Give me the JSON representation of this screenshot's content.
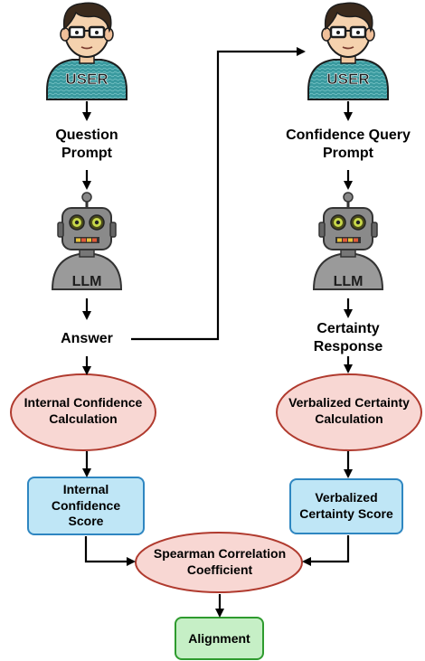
{
  "left": {
    "user_label": "USER",
    "prompt": "Question Prompt",
    "llm_label": "LLM",
    "answer": "Answer",
    "calc": "Internal Confidence Calculation",
    "score": "Internal Confidence Score"
  },
  "right": {
    "user_label": "USER",
    "prompt": "Confidence Query Prompt",
    "llm_label": "LLM",
    "response": "Certainty Response",
    "calc": "Verbalized Certainty Calculation",
    "score": "Verbalized Certainty Score"
  },
  "center": {
    "coefficient": "Spearman Correlation Coefficient",
    "result": "Alignment"
  },
  "colors": {
    "ellipse_fill": "#f8d7d3",
    "ellipse_stroke": "#b03a2e",
    "score_fill": "#bfe6f6",
    "score_stroke": "#2e86c1",
    "result_fill": "#c6efc6",
    "result_stroke": "#2e9b2e",
    "user_shirt": "#3a9a9f",
    "robot_body": "#8a8a8a"
  },
  "icons": [
    "user-icon",
    "robot-icon"
  ]
}
